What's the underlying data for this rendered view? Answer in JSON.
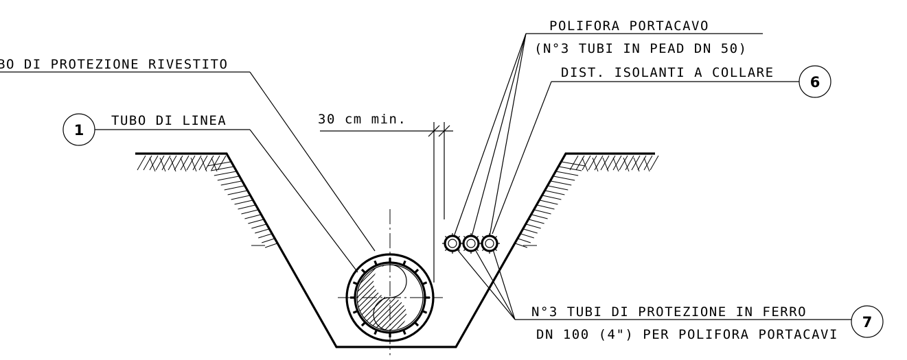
{
  "labels": {
    "protection_pipe": "BO DI PROTEZIONE RIVESTITO",
    "line_pipe": "TUBO DI LINEA",
    "min_distance": "30 cm min.",
    "cable_duct": "POLIFORA PORTACAVO",
    "cable_duct_detail": "(N°3 TUBI IN PEAD DN 50)",
    "spacers": "DIST. ISOLANTI A COLLARE",
    "iron_pipes_line1": "N°3 TUBI DI PROTEZIONE IN FERRO",
    "iron_pipes_line2": "DN 100 (4\") PER POLIFORA PORTACAVI"
  },
  "callouts": {
    "line_pipe": "1",
    "spacers": "6",
    "iron_pipes": "7"
  }
}
